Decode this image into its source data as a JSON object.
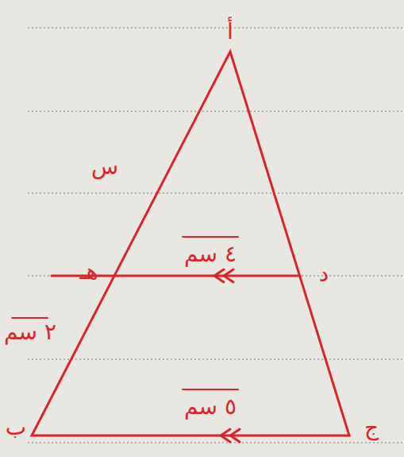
{
  "diagram": {
    "labels": [
      "أ",
      "هـ",
      "د",
      "ب",
      "ج",
      "س",
      "٢ سم",
      "٤ سم",
      "٥ سم"
    ]
  }
}
